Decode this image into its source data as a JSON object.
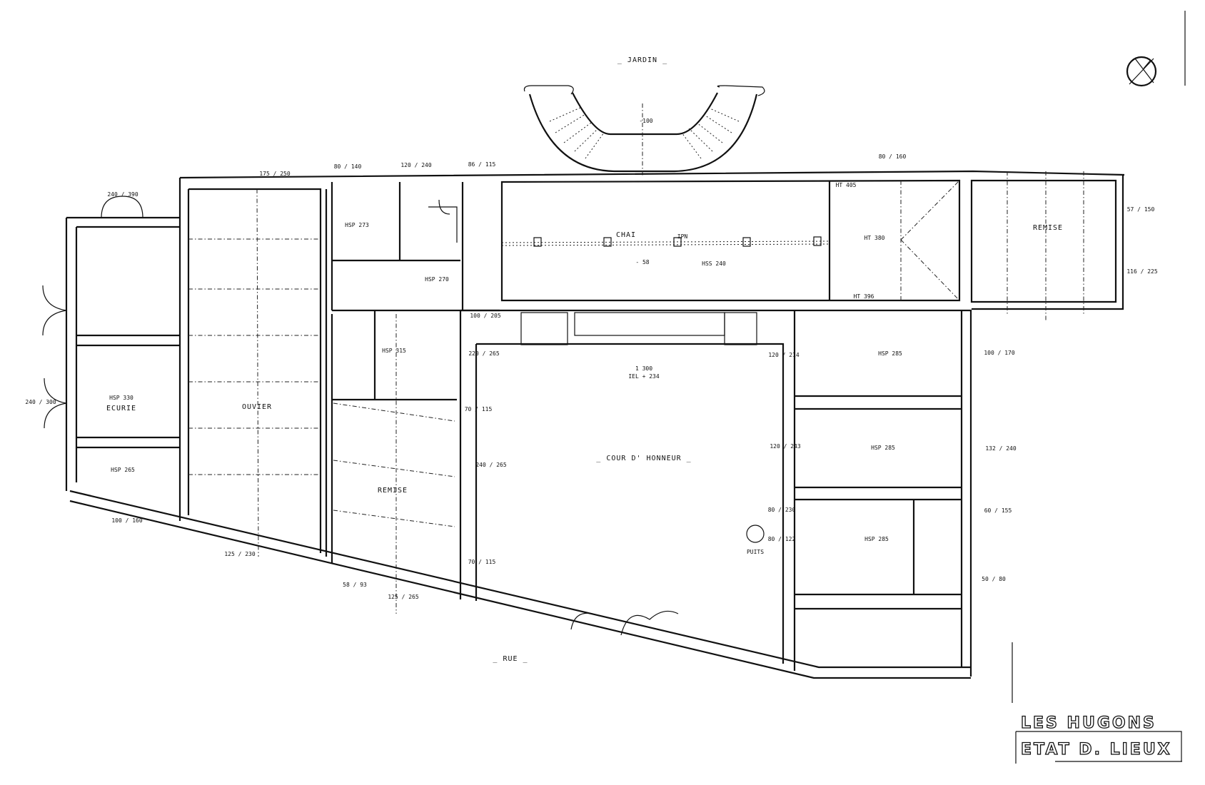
{
  "title_block": {
    "line1": "LES HUGONS",
    "line2": "ETAT D. LIEUX"
  },
  "orientation": {
    "jardin": "_ JARDIN _",
    "rue": "_ RUE _",
    "jardin_level": "-100"
  },
  "rooms": {
    "chai": "CHAI",
    "chai_ipn": "IPN",
    "chai_level": "- 58",
    "chai_hss": "HSS 240",
    "ht_405": "HT 405",
    "ht_380": "HT 380",
    "ht_396": "HT 396",
    "remise_east": "REMISE",
    "hsp_273": "HSP 273",
    "hsp_270": "HSP 270",
    "hsp_315": "HSP 315",
    "ouvier": "OUVIER",
    "ecurie_hsp": "HSP 330",
    "ecurie": "ECURIE",
    "hsp_265": "HSP 265",
    "remise_west": "REMISE",
    "cour": "_ COUR D' HONNEUR _",
    "cour_level_1": "1 300",
    "cour_level_2": "IEL + 234",
    "puits": "PUITS",
    "hsp_285_a": "HSP 285",
    "hsp_285_b": "HSP 285",
    "hsp_285_c": "HSP 285"
  },
  "dimensions": [
    "240 / 390",
    "240 / 300",
    "175 / 250",
    "80 / 140",
    "120 / 240",
    "86 / 115",
    "80 / 160",
    "57 / 150",
    "116 / 225",
    "100 / 205",
    "220 / 265",
    "70 / 115",
    "240 / 265",
    "70 / 115",
    "120 / 214",
    "120 / 243",
    "80 / 230",
    "80 / 122",
    "100 / 170",
    "132 / 240",
    "60 / 155",
    "50 / 80",
    "100 / 160",
    "125 / 230",
    "58 / 93",
    "125 / 265"
  ]
}
